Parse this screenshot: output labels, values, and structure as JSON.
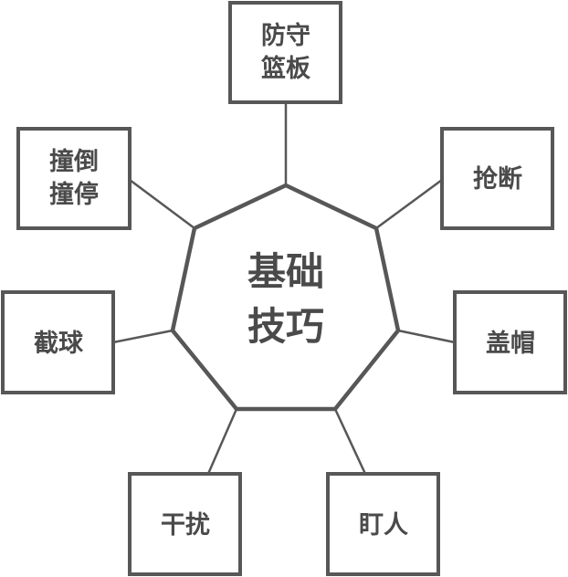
{
  "center": {
    "line1": "基础",
    "line2": "技巧"
  },
  "nodes": {
    "top": {
      "line1": "防守",
      "line2": "篮板"
    },
    "upper_right": {
      "line1": "抢断"
    },
    "right": {
      "line1": "盖帽"
    },
    "lower_right": {
      "line1": "盯人"
    },
    "lower_left": {
      "line1": "干扰"
    },
    "left": {
      "line1": "截球"
    },
    "upper_left": {
      "line1": "撞倒",
      "line2": "撞停"
    }
  }
}
